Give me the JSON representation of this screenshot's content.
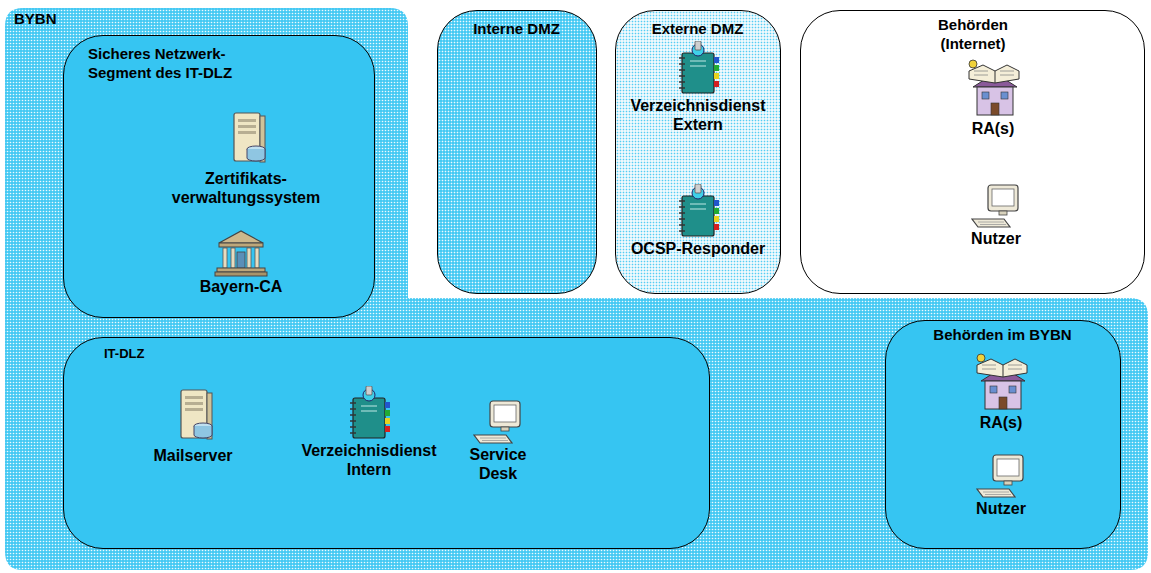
{
  "diagram": {
    "nodes": [
      {
        "text": [
          "BYBN"
        ]
      },
      {
        "text": [
          "Sicheres Netzwerk-Segment des IT-DLZ"
        ],
        "in": 0
      },
      {
        "text": [
          "Zertifikats- verwaltungssystem"
        ],
        "in": 1
      },
      {
        "text": [
          "Bayern-CA"
        ],
        "in": 1
      },
      {
        "text": [
          "Interne DMZ"
        ]
      },
      {
        "text": [
          "Externe DMZ"
        ]
      },
      {
        "text": [
          "Verzeichnisdienst Extern"
        ],
        "in": 5
      },
      {
        "text": [
          "OCSP-Responder"
        ],
        "in": 5
      },
      {
        "text": [
          "Behörden (Internet)"
        ]
      },
      {
        "text": [
          "RA(s)"
        ],
        "in": 8
      },
      {
        "text": [
          "Nutzer"
        ],
        "in": 8
      },
      {
        "text": [
          "IT-DLZ"
        ],
        "in": 0
      },
      {
        "text": [
          "Mailserver"
        ],
        "in": 11
      },
      {
        "text": [
          "Verzeichnisdienst Intern"
        ],
        "in": 11
      },
      {
        "text": [
          "Service Desk"
        ],
        "in": 11
      },
      {
        "text": [
          "Behörden im BYBN"
        ],
        "in": 0
      },
      {
        "text": [
          "RA(s)"
        ],
        "in": 15
      },
      {
        "text": [
          "Nutzer"
        ],
        "in": 15
      }
    ]
  }
}
